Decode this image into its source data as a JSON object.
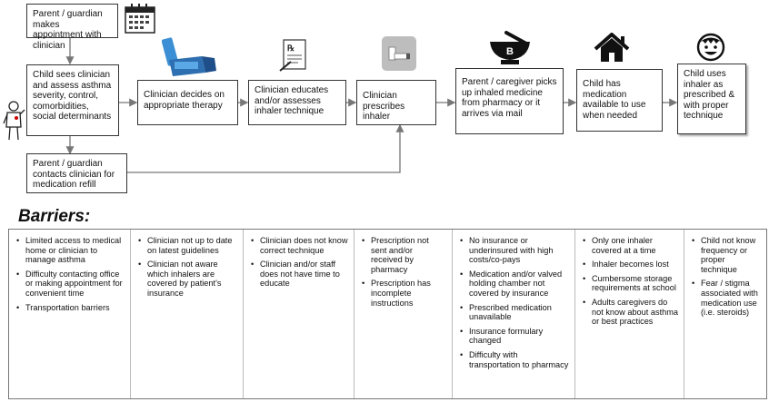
{
  "flow": {
    "appointment": "Parent / guardian makes appointment with clinician",
    "sees_clinician": "Child sees clinician and assess asthma severity, control, comorbidities, social determinants",
    "contacts_refill": "Parent / guardian contacts clinician for medication refill",
    "decides_therapy": "Clinician decides on appropriate therapy",
    "educates": "Clinician educates and/or assesses inhaler technique",
    "prescribes": "Clinician prescribes inhaler",
    "picks_up": "Parent / caregiver picks up inhaled medicine from pharmacy or it arrives via mail",
    "available": "Child has medication available to use when needed",
    "uses_inhaler": "Child uses inhaler as prescribed & with proper technique"
  },
  "icons": [
    "calendar-icon",
    "doctor-icon",
    "inhaler-icon",
    "prescription-icon",
    "inhaler-card-icon",
    "mortar-pestle-icon",
    "house-icon",
    "smiley-child-icon"
  ],
  "barriers": {
    "title": "Barriers:",
    "columns": [
      [
        "Limited access to medical home or clinician to manage asthma",
        "Difficulty contacting office or making appointment for convenient time",
        "Transportation barriers"
      ],
      [
        "Clinician not up to date on latest guidelines",
        "Clinician not aware which inhalers are covered by patient's insurance"
      ],
      [
        "Clinician does not know correct technique",
        "Clinician and/or staff does not have time to educate"
      ],
      [
        "Prescription not sent and/or received by pharmacy",
        "Prescription has incomplete instructions"
      ],
      [
        "No insurance or underinsured with high costs/co-pays",
        "Medication and/or valved holding chamber not covered by insurance",
        "Prescribed medication unavailable",
        "Insurance formulary changed",
        "Difficulty with transportation to pharmacy"
      ],
      [
        "Only one inhaler covered at a time",
        "Inhaler becomes lost",
        "Cumbersome storage requirements at school",
        "Adults caregivers do not know about asthma or best practices"
      ],
      [
        "Child not know frequency or proper technique",
        "Fear / stigma associated with medication use (i.e. steroids)"
      ]
    ]
  }
}
